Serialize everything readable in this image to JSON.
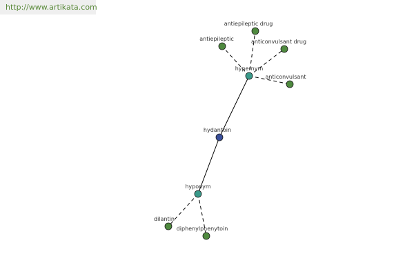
{
  "watermark": "http://www.artikata.com",
  "colors": {
    "center": "#3a4f9a",
    "relation": "#3a9a8a",
    "leaf": "#4f8a3f"
  },
  "nodes": {
    "hydantoin": {
      "label": "hydantoin",
      "kind": "center"
    },
    "hypernym": {
      "label": "hypernym",
      "kind": "relation"
    },
    "hyponym": {
      "label": "hyponym",
      "kind": "relation"
    },
    "antiepileptic_drug": {
      "label": "antiepileptic drug",
      "kind": "leaf"
    },
    "antiepileptic": {
      "label": "antiepileptic",
      "kind": "leaf"
    },
    "anticonvulsant_drug": {
      "label": "anticonvulsant drug",
      "kind": "leaf"
    },
    "anticonvulsant": {
      "label": "anticonvulsant",
      "kind": "leaf"
    },
    "dilantin": {
      "label": "dilantin",
      "kind": "leaf"
    },
    "diphenylphenytoin": {
      "label": "diphenylphenytoin",
      "kind": "leaf"
    }
  }
}
